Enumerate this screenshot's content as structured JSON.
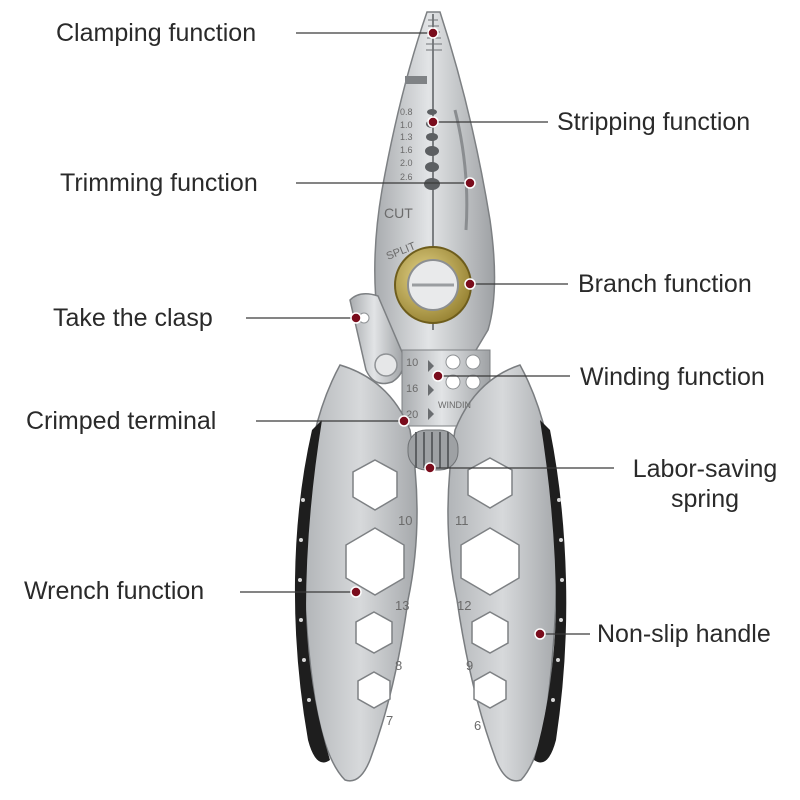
{
  "labels": {
    "clamping": "Clamping function",
    "stripping": "Stripping function",
    "trimming": "Trimming function",
    "branch": "Branch function",
    "clasp": "Take the clasp",
    "winding": "Winding function",
    "crimped": "Crimped terminal",
    "spring_line1": "Labor-saving",
    "spring_line2": "spring",
    "wrench": "Wrench function",
    "handle": "Non-slip handle"
  },
  "engravings": {
    "strip_sizes": [
      "0.8",
      "1.0",
      "1.3",
      "1.6",
      "2.0",
      "2.6"
    ],
    "cut": "CUT",
    "split": "SPLIT",
    "crimp_sizes": [
      "10",
      "16",
      "20"
    ],
    "winding": "WINDIN",
    "wrench_left": [
      "10",
      "13",
      "8",
      "7"
    ],
    "wrench_right": [
      "11",
      "12",
      "9",
      "6"
    ]
  },
  "colors": {
    "steel": "#c9cbcd",
    "steel_dark": "#8e9194",
    "handle_black": "#1e1e1e",
    "brass": "#b8a24a",
    "marker": "#7a0c1c",
    "leader": "#3a3a3a"
  }
}
